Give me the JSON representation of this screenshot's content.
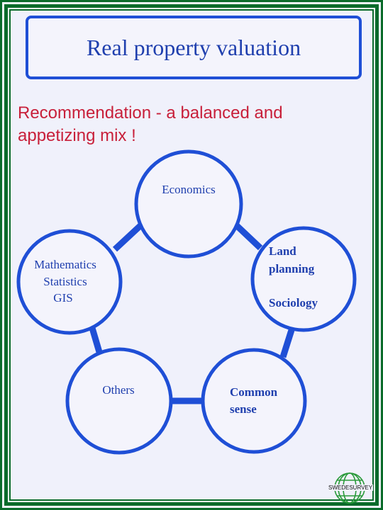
{
  "title": "Real property valuation",
  "subtitle": "Recommendation - a balanced and appetizing mix !",
  "colors": {
    "frame": "#0b6b2a",
    "accent_blue": "#1f4fd6",
    "text_blue": "#1f3fae",
    "subtitle_red": "#c8203a"
  },
  "nodes": {
    "economics": {
      "lines": [
        "Economics"
      ]
    },
    "mathematics": {
      "lines": [
        "Mathematics",
        "Statistics",
        "GIS"
      ]
    },
    "land": {
      "lines": [
        "Land",
        "planning",
        "Sociology"
      ]
    },
    "others": {
      "lines": [
        "Others"
      ]
    },
    "common": {
      "lines": [
        "Common",
        "sense"
      ]
    }
  },
  "logo": {
    "icon": "globe-icon",
    "text": "SWEDESURVEY"
  }
}
